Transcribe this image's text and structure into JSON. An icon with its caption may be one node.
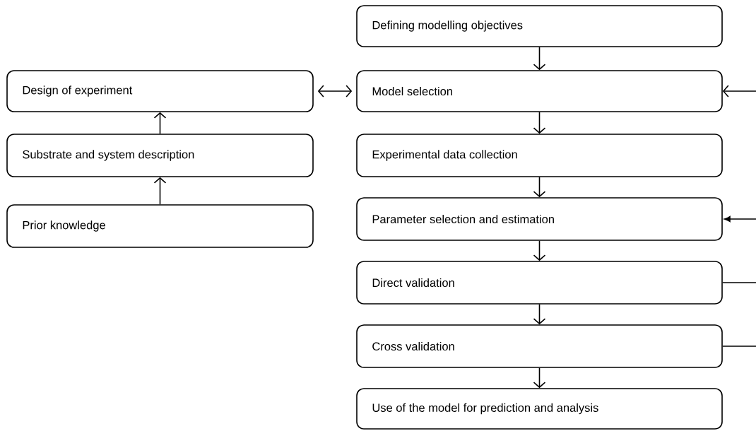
{
  "diagram": {
    "nodes": [
      {
        "text": [
          "Defining modelling objectives"
        ]
      },
      {
        "text": [
          "Model selection"
        ]
      },
      {
        "text": [
          "Experimental data collection"
        ]
      },
      {
        "text": [
          "Parameter selection and estimation"
        ]
      },
      {
        "text": [
          "Direct validation"
        ]
      },
      {
        "text": [
          "Cross validation"
        ]
      },
      {
        "text": [
          "Use of the model for prediction and analysis"
        ]
      },
      {
        "text": [
          "Design of experiment"
        ]
      },
      {
        "text": [
          "Substrate and system description"
        ]
      },
      {
        "text": [
          "Prior knowledge"
        ]
      }
    ],
    "edges": [
      {
        "from": 0,
        "to": 1,
        "arrow": "to"
      },
      {
        "from": 1,
        "to": 2,
        "arrow": "to"
      },
      {
        "from": 2,
        "to": 3,
        "arrow": "to"
      },
      {
        "from": 3,
        "to": 4,
        "arrow": "to"
      },
      {
        "from": 4,
        "to": 5,
        "arrow": "to"
      },
      {
        "from": 5,
        "to": 6,
        "arrow": "to"
      },
      {
        "from": 9,
        "to": 8,
        "arrow": "to"
      },
      {
        "from": 8,
        "to": 7,
        "arrow": "to"
      },
      {
        "from": 7,
        "to": 1,
        "arrow": "both"
      },
      {
        "from": null,
        "to": 1,
        "arrow": "to"
      },
      {
        "from": null,
        "to": 3,
        "arrow": "to"
      },
      {
        "from": 4,
        "to": null,
        "arrow": "none"
      },
      {
        "from": 5,
        "to": null,
        "arrow": "none"
      }
    ]
  }
}
